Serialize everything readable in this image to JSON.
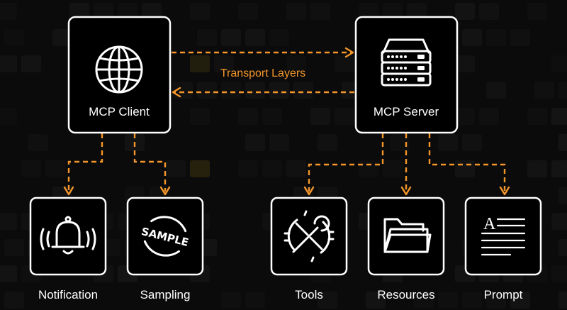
{
  "colors": {
    "background": "#0b0b0b",
    "accent": "#f4962a",
    "box_border": "#ffffff",
    "text": "#ffffff"
  },
  "transport_label": "Transport Layers",
  "client": {
    "label": "MCP Client",
    "icon": "globe-icon"
  },
  "server": {
    "label": "MCP Server",
    "icon": "server-rack-icon"
  },
  "client_features": [
    {
      "label": "Notification",
      "icon": "bell-ringing-icon"
    },
    {
      "label": "Sampling",
      "icon": "sample-stamp-icon",
      "stamp_text": "SAMPLE"
    }
  ],
  "server_features": [
    {
      "label": "Tools",
      "icon": "gear-wrench-icon"
    },
    {
      "label": "Resources",
      "icon": "folder-icon"
    },
    {
      "label": "Prompt",
      "icon": "text-document-icon",
      "glyph": "A"
    }
  ]
}
